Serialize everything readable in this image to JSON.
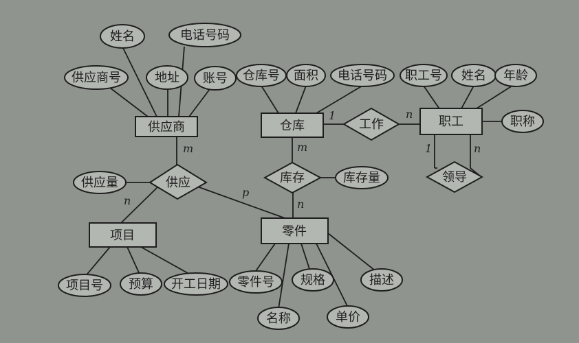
{
  "diagram": {
    "entities": {
      "supplier": "供应商",
      "warehouse": "仓库",
      "staff": "职工",
      "project": "项目",
      "part": "零件"
    },
    "relationships": {
      "supply": "供应",
      "stock": "库存",
      "work": "工作",
      "lead": "领导"
    },
    "attributes": {
      "supplier_name": "姓名",
      "supplier_phone": "电话号码",
      "supplier_no": "供应商号",
      "supplier_address": "地址",
      "supplier_account": "账号",
      "warehouse_no": "仓库号",
      "warehouse_area": "面积",
      "warehouse_phone": "电话号码",
      "staff_no": "职工号",
      "staff_name": "姓名",
      "staff_age": "年龄",
      "staff_title": "职称",
      "supply_qty": "供应量",
      "stock_qty": "库存量",
      "project_no": "项目号",
      "project_budget": "预算",
      "project_start": "开工日期",
      "part_no": "零件号",
      "part_spec": "规格",
      "part_desc": "描述",
      "part_name": "名称",
      "part_price": "单价"
    },
    "cardinalities": {
      "supplier_supply": "m",
      "project_supply": "n",
      "part_supply": "p",
      "warehouse_stock": "m",
      "part_stock": "n",
      "warehouse_work": "1",
      "staff_work": "n",
      "staff_lead_1": "1",
      "staff_lead_n": "n"
    }
  }
}
